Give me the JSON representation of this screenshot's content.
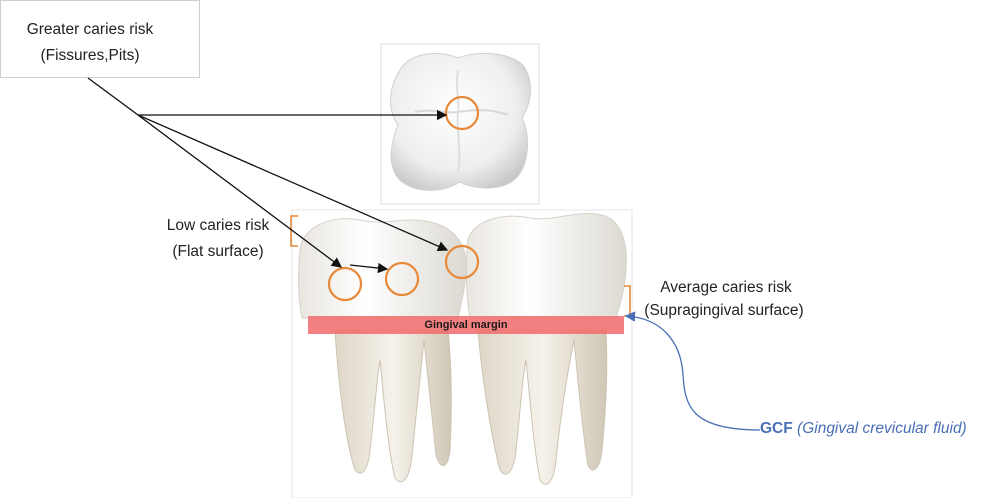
{
  "labels": {
    "greater_risk_line1": "Greater caries risk",
    "greater_risk_line2": "(Fissures,Pits)",
    "low_risk_line1": "Low caries risk",
    "low_risk_line2": "(Flat surface)",
    "avg_risk_line1": "Average caries risk",
    "avg_risk_line2": "(Supragingival surface)",
    "gingival_margin": "Gingival margin",
    "gcf_abbr": "GCF",
    "gcf_full": "(Gingival crevicular fluid)"
  },
  "colors": {
    "circle": "#e8893a",
    "bracket": "#e8893a",
    "gingival_band": "#f26b6b",
    "gcf_text": "#4a6fb5",
    "arrow": "#111111",
    "tooth": "#f2efe9"
  }
}
